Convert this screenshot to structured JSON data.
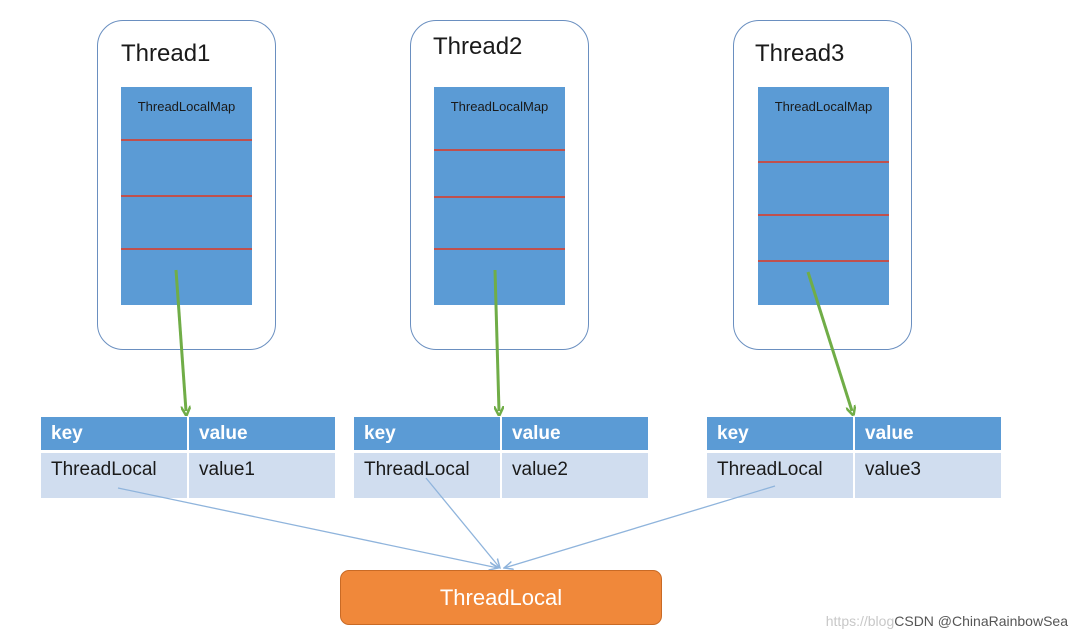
{
  "threads": [
    {
      "title": "Thread1",
      "map_label": "ThreadLocalMap"
    },
    {
      "title": "Thread2",
      "map_label": "ThreadLocalMap"
    },
    {
      "title": "Thread3",
      "map_label": "ThreadLocalMap"
    }
  ],
  "tables": [
    {
      "headers": [
        "key",
        "value"
      ],
      "row": [
        "ThreadLocal",
        "value1"
      ]
    },
    {
      "headers": [
        "key",
        "value"
      ],
      "row": [
        "ThreadLocal",
        "value2"
      ]
    },
    {
      "headers": [
        "key",
        "value"
      ],
      "row": [
        "ThreadLocal",
        "value3"
      ]
    }
  ],
  "threadlocal_box": {
    "label": "ThreadLocal"
  },
  "watermark": {
    "url": "https://blog",
    "text": "CSDN @ChinaRainbowSea"
  },
  "colors": {
    "map_fill": "#5b9bd5",
    "map_divider": "#c0504d",
    "table_header": "#5b9bd5",
    "table_body": "#d0ddef",
    "threadlocal_fill": "#f0883a",
    "green_arrow": "#70ad47",
    "blue_line": "#8fb4dc"
  }
}
